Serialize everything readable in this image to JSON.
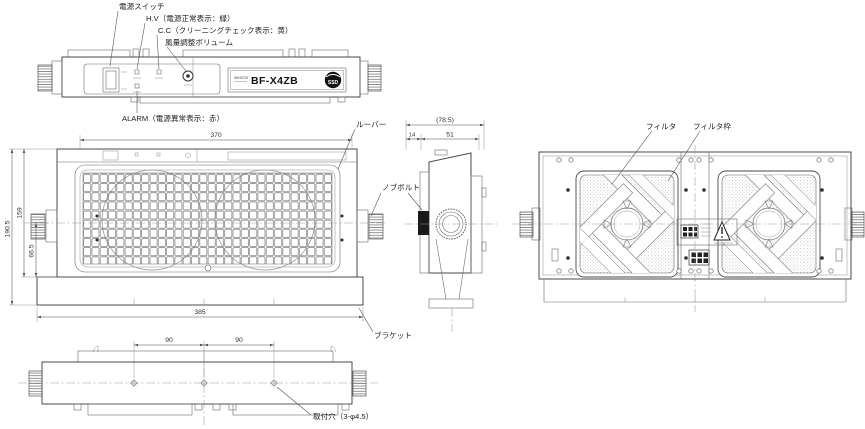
{
  "product": {
    "series_label": "WINSTAT",
    "model": "BF-X4ZB",
    "logo_text": "SSD"
  },
  "callouts": {
    "power_switch": "電源スイッチ",
    "hv_indicator": "H.V（電源正常表示：緑）",
    "cc_indicator": "C.C（クリーニングチェック表示：黄）",
    "airflow_volume": "風量調整ボリューム",
    "alarm_indicator": "ALARM（電源異常表示：赤）",
    "louver": "ルーバー",
    "knob_bolt": "ノブボルト",
    "bracket": "ブラケット",
    "filter": "フィルタ",
    "filter_frame": "フィルタ枠",
    "mounting_holes": "取付穴（3-φ4.5）"
  },
  "dimensions": {
    "front_width": "370",
    "overall_width": "385",
    "overall_height": "190.5",
    "body_height": "159",
    "lower_height": "66.5",
    "depth_overall": "(78.5)",
    "depth_louver": "14",
    "depth_body": "51",
    "hole_pitch_1": "90",
    "hole_pitch_2": "90"
  }
}
